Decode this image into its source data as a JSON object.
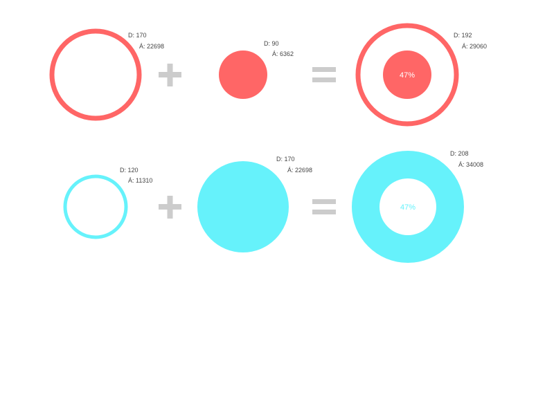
{
  "colors": {
    "red": "#ff6666",
    "cyan": "#66f2fb",
    "operator": "#cccccc",
    "label": "#444444",
    "white": "#ffffff"
  },
  "operators": {
    "plus": "+",
    "equals": "="
  },
  "row1": {
    "ring": {
      "d": "D: 170",
      "a": "Á: 22698"
    },
    "dot": {
      "d": "D: 90",
      "a": "Á: 6362"
    },
    "result": {
      "d": "D: 192",
      "a": "Á: 29060",
      "percent": "47%"
    }
  },
  "row2": {
    "ring": {
      "d": "D: 120",
      "a": "Á: 11310"
    },
    "dot": {
      "d": "D: 170",
      "a": "Á: 22698"
    },
    "result": {
      "d": "D: 208",
      "a": "Á: 34008",
      "percent": "47%"
    }
  }
}
